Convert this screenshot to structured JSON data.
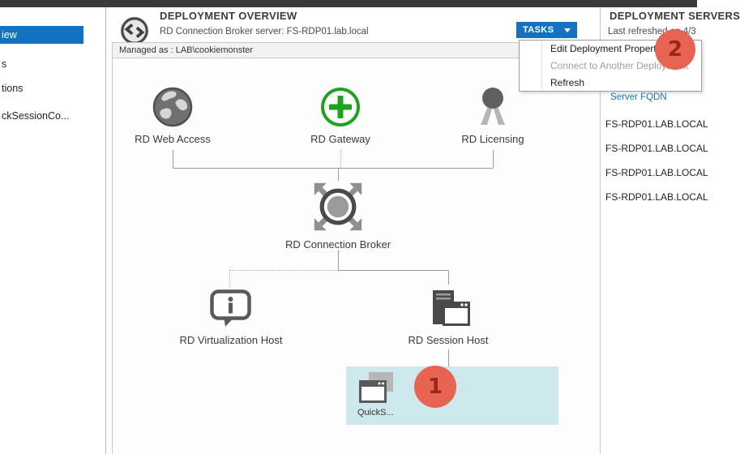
{
  "sidebar": {
    "items": [
      {
        "label": "iew",
        "selected": true
      },
      {
        "label": "s",
        "selected": false
      },
      {
        "label": "tions",
        "selected": false
      },
      {
        "label": "ckSessionCo...",
        "selected": false
      }
    ]
  },
  "overview": {
    "title": "DEPLOYMENT OVERVIEW",
    "subtitle": "RD Connection Broker server: FS-RDP01.lab.local",
    "tasks_button": "TASKS",
    "managed_as": "Managed as : LAB\\cookiemonster",
    "nodes": {
      "web_access": "RD Web Access",
      "gateway": "RD Gateway",
      "licensing": "RD Licensing",
      "broker": "RD Connection Broker",
      "virtualization_host": "RD Virtualization Host",
      "session_host": "RD Session Host"
    },
    "collection_label": "QuickS..."
  },
  "tasks_menu": {
    "items": [
      {
        "label": "Edit Deployment Properties",
        "enabled": true
      },
      {
        "label": "Connect to Another Deployment",
        "enabled": false
      },
      {
        "label": "Refresh",
        "enabled": true
      }
    ]
  },
  "servers_panel": {
    "title": "DEPLOYMENT SERVERS",
    "last_refreshed": "Last refreshed on 4/3",
    "column_header": "Server FQDN",
    "rows": [
      "FS-RDP01.LAB.LOCAL",
      "FS-RDP01.LAB.LOCAL",
      "FS-RDP01.LAB.LOCAL",
      "FS-RDP01.LAB.LOCAL"
    ]
  },
  "annotations": {
    "badge_1": "1",
    "badge_2": "2"
  },
  "colors": {
    "accent_blue": "#1373c2",
    "badge_red": "#e76352",
    "badge_text": "#9b261c",
    "selection_teal": "#cde9ee",
    "gateway_green": "#1ea31e",
    "topbar_gray": "#3a3a3a"
  }
}
